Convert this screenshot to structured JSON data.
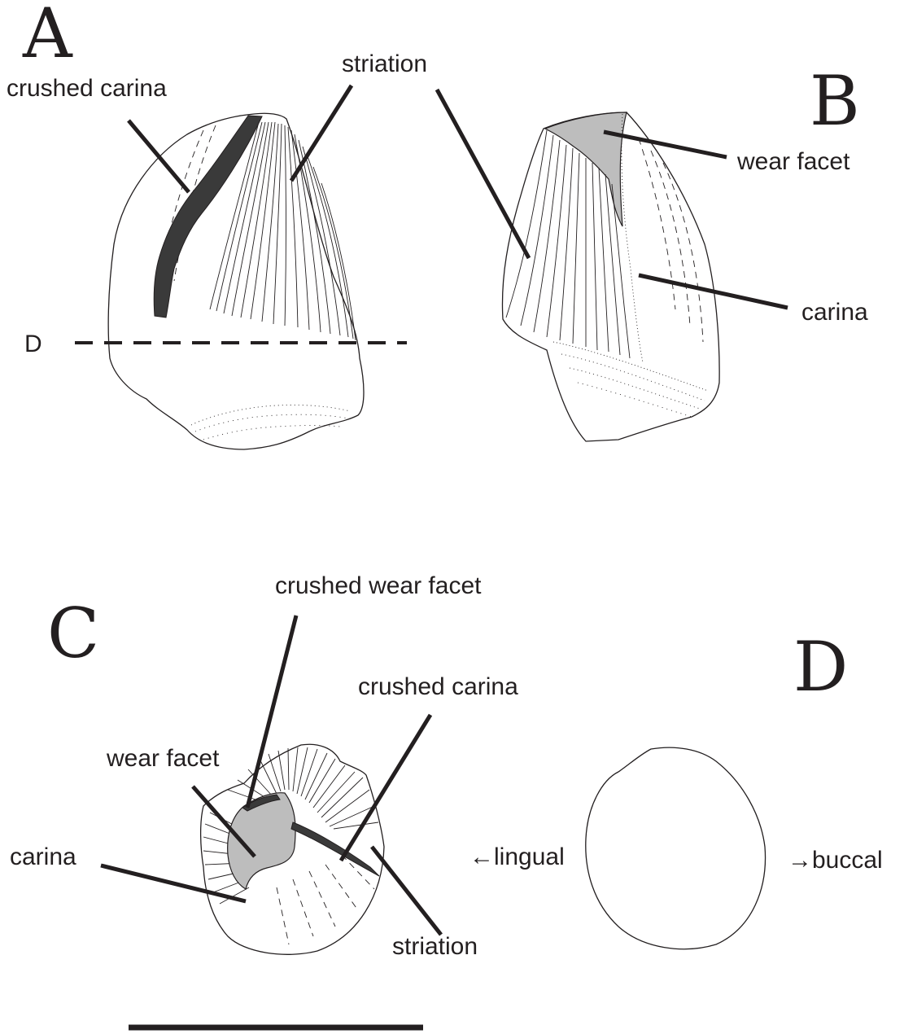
{
  "panels": {
    "a": {
      "letter": "A",
      "crushed_carina_label": "crushed carina",
      "section_marker": "D"
    },
    "b": {
      "letter": "B",
      "striation_label": "striation",
      "wear_facet_label": "wear facet",
      "carina_label": "carina"
    },
    "c": {
      "letter": "C",
      "crushed_wear_facet_label": "crushed wear facet",
      "crushed_carina_label": "crushed carina",
      "wear_facet_label": "wear facet",
      "carina_label": "carina",
      "striation_label": "striation"
    },
    "d": {
      "letter": "D",
      "lingual_label": "←lingual",
      "buccal_label": "→buccal"
    }
  },
  "colors": {
    "ink": "#231f20",
    "crushed": "#3a3a3a",
    "wear_facet": "#bdbdbd"
  }
}
